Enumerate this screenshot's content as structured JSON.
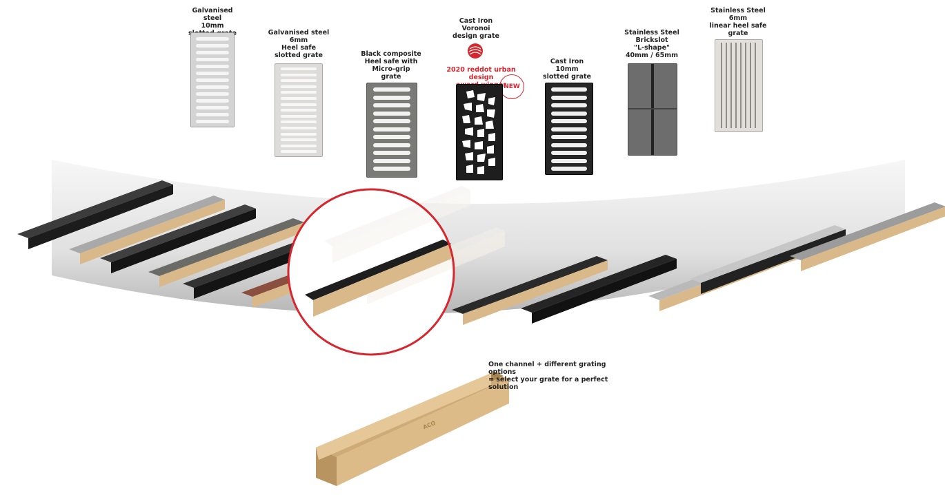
{
  "grates": [
    {
      "id": "galv10",
      "label": "Galvanised steel\n10mm\nslotted grate"
    },
    {
      "id": "galv6",
      "label": "Galvanised steel\n6mm\nHeel safe\nslotted grate"
    },
    {
      "id": "composite",
      "label": "Black composite\nHeel safe with\nMicro-grip\ngrate"
    },
    {
      "id": "voronoi",
      "label": "Cast Iron\nVoronoi\ndesign grate"
    },
    {
      "id": "castiron",
      "label": "Cast Iron\n10mm\nslotted grate"
    },
    {
      "id": "brickslot",
      "label": "Stainless Steel\nBrickslot\n\"L-shape\"\n40mm / 65mm"
    },
    {
      "id": "ss6",
      "label": "Stainless Steel\n6mm\nlinear heel safe\ngrate"
    }
  ],
  "award": {
    "text": "2020 reddot urban design\naward winner",
    "badge": "NEW"
  },
  "logo_text": "ACO",
  "caption": "One channel + different grating options\n= select your grate for a perfect solution",
  "colors": {
    "accent": "#d7262e",
    "channel": "#d9b98a",
    "iron": "#1e1e1e"
  }
}
